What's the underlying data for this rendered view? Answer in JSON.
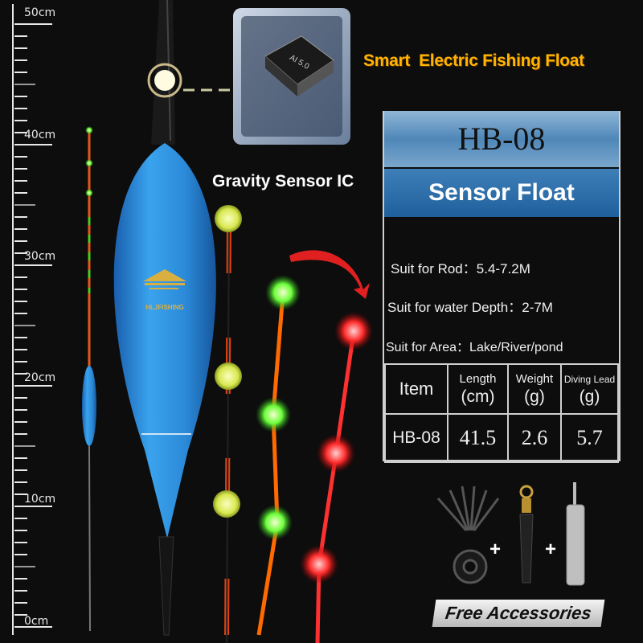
{
  "ruler": {
    "labels": [
      "50cm",
      "40cm",
      "30cm",
      "20cm",
      "10cm",
      "0cm"
    ]
  },
  "header": {
    "title": "Smart  Electric Fishing Float",
    "chip_label": "AI 5.0"
  },
  "callout": "Gravity Sensor IC",
  "product": {
    "brand_logo": "HLJFISHING",
    "model": "HB-08",
    "type": "Sensor Float",
    "specs": [
      "Suit for Rod：5.4-7.2M",
      "Suit for water Depth：2-7M",
      "Suit for Area：Lake/River/pond"
    ],
    "table": {
      "headers": [
        {
          "name": "Item",
          "unit": ""
        },
        {
          "name": "Length",
          "unit": "(cm)"
        },
        {
          "name": "Weight",
          "unit": "(g)"
        },
        {
          "name": "Diving Lead",
          "unit": "(g)"
        }
      ],
      "rows": [
        [
          "HB-08",
          "41.5",
          "2.6",
          "5.7"
        ]
      ]
    }
  },
  "accessories": {
    "label": "Free Accessories",
    "plus": "+"
  },
  "colors": {
    "float_blue": "#2f8fd8",
    "title_orange": "#ffb400",
    "led_green": "#5cff3a",
    "led_red": "#ff2a2a",
    "led_yellow": "#e4f060"
  }
}
